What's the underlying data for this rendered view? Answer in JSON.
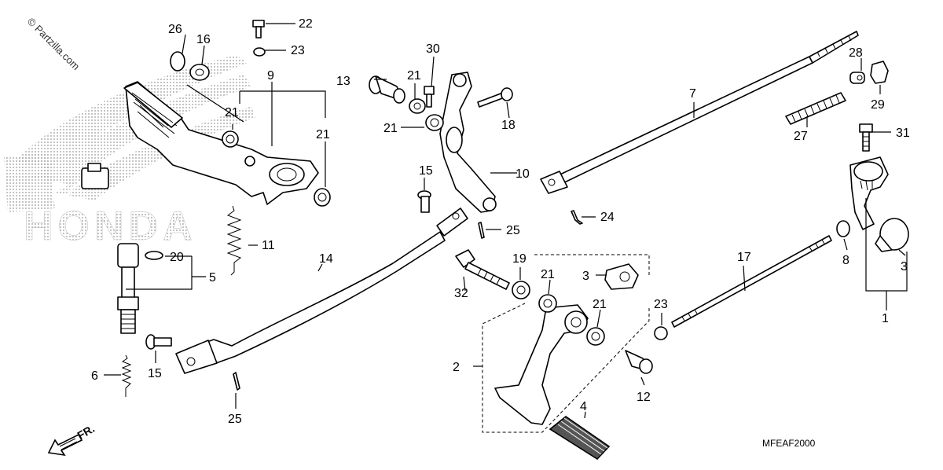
{
  "watermark": "© Partzilla.com",
  "brand_text": "HONDA",
  "diagram_code": "MFEAF2000",
  "front_label": "FR.",
  "callouts": [
    {
      "id": "c1",
      "label": "1"
    },
    {
      "id": "c2",
      "label": "2"
    },
    {
      "id": "c3a",
      "label": "3"
    },
    {
      "id": "c3b",
      "label": "3"
    },
    {
      "id": "c4",
      "label": "4"
    },
    {
      "id": "c5",
      "label": "5"
    },
    {
      "id": "c6",
      "label": "6"
    },
    {
      "id": "c7",
      "label": "7"
    },
    {
      "id": "c8",
      "label": "8"
    },
    {
      "id": "c9",
      "label": "9"
    },
    {
      "id": "c10",
      "label": "10"
    },
    {
      "id": "c11",
      "label": "11"
    },
    {
      "id": "c12",
      "label": "12"
    },
    {
      "id": "c13",
      "label": "13"
    },
    {
      "id": "c14",
      "label": "14"
    },
    {
      "id": "c15a",
      "label": "15"
    },
    {
      "id": "c15b",
      "label": "15"
    },
    {
      "id": "c16",
      "label": "16"
    },
    {
      "id": "c17",
      "label": "17"
    },
    {
      "id": "c18",
      "label": "18"
    },
    {
      "id": "c19",
      "label": "19"
    },
    {
      "id": "c20",
      "label": "20"
    },
    {
      "id": "c21a",
      "label": "21"
    },
    {
      "id": "c21b",
      "label": "21"
    },
    {
      "id": "c21c",
      "label": "21"
    },
    {
      "id": "c21d",
      "label": "21"
    },
    {
      "id": "c21e",
      "label": "21"
    },
    {
      "id": "c21f",
      "label": "21"
    },
    {
      "id": "c22",
      "label": "22"
    },
    {
      "id": "c23a",
      "label": "23"
    },
    {
      "id": "c23b",
      "label": "23"
    },
    {
      "id": "c24",
      "label": "24"
    },
    {
      "id": "c25a",
      "label": "25"
    },
    {
      "id": "c25b",
      "label": "25"
    },
    {
      "id": "c26",
      "label": "26"
    },
    {
      "id": "c27",
      "label": "27"
    },
    {
      "id": "c28",
      "label": "28"
    },
    {
      "id": "c29",
      "label": "29"
    },
    {
      "id": "c30",
      "label": "30"
    },
    {
      "id": "c31",
      "label": "31"
    },
    {
      "id": "c32",
      "label": "32"
    }
  ]
}
